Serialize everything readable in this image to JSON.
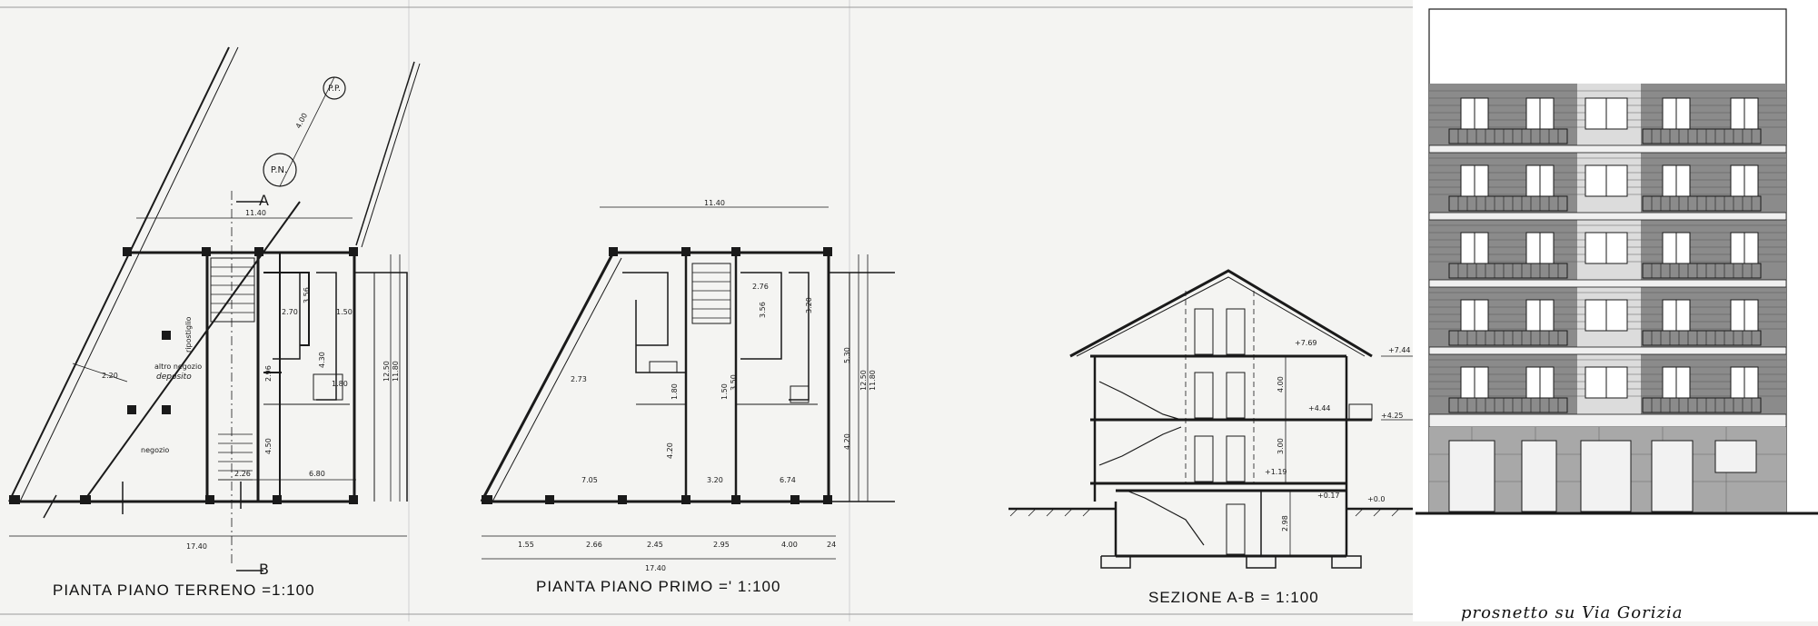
{
  "drawing": {
    "captions": {
      "ground_floor": "PIANTA PIANO TERRENO =1:100",
      "first_floor": "PIANTA PIANO PRIMO =' 1:100",
      "section": "SEZIONE A-B = 1:100",
      "elevation": "prosnetto su Via Gorizia"
    },
    "markers": {
      "north": "P.N.",
      "north_dim": "4.00",
      "plan_north": "P.P.",
      "section_start": "A",
      "section_end": "B"
    },
    "ground_floor": {
      "room_labels": [
        "ripostiglio",
        "altro negozio",
        "deposito",
        "negozio"
      ],
      "dimensions": [
        "11.40",
        "17.40",
        "12.50",
        "11.80",
        "6.80",
        "2.96",
        "4.50",
        "2.70",
        "3.56",
        "2.20",
        "2.26",
        "1.50",
        "4.30",
        "1.80"
      ]
    },
    "first_floor": {
      "dimensions_top": [
        "11.40"
      ],
      "dimensions_bottom": [
        "17.40",
        "1.55",
        "2.66",
        "2.45",
        "2.95",
        "4.00",
        "24"
      ],
      "dimensions_interior": [
        "7.05",
        "3.20",
        "6.74",
        "2.73",
        "3.50",
        "4.20",
        "12.50",
        "11.80",
        "5.30",
        "4.20",
        "3.20",
        "2.76",
        "1.80",
        "1.50",
        "3.56"
      ]
    },
    "section": {
      "levels": [
        "+7.69",
        "+4.44",
        "+1.19",
        "+0.17",
        "+0.0",
        "+7.44",
        "+4.25"
      ],
      "heights": [
        "4.00",
        "3.00",
        "2.98"
      ]
    }
  }
}
